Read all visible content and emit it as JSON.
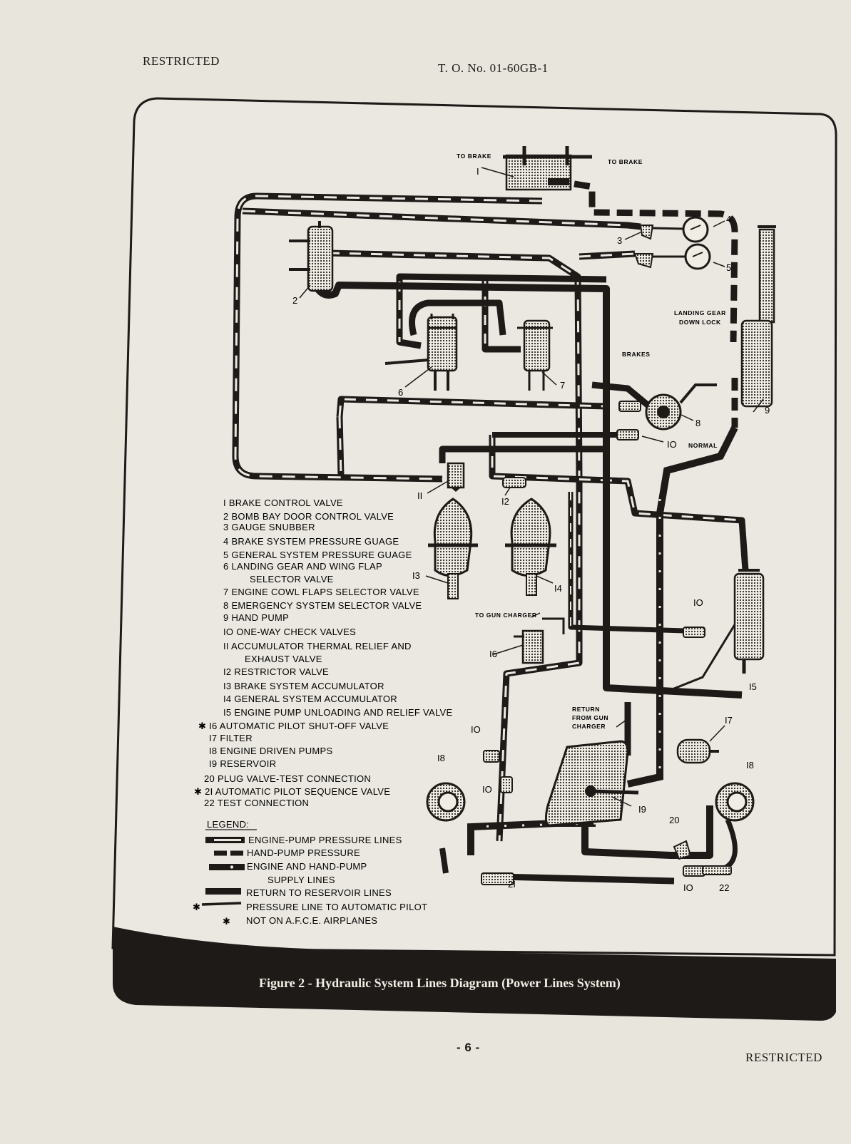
{
  "header": {
    "left": "RESTRICTED",
    "center": "T. O. No. 01-60GB-1"
  },
  "footer": {
    "page": "- 6 -",
    "right": "RESTRICTED"
  },
  "figure": {
    "caption": "Figure 2 - Hydraulic System Lines Diagram (Power Lines System)",
    "parts_list": [
      "I BRAKE CONTROL VALVE",
      "2 BOMB BAY DOOR CONTROL VALVE",
      "3 GAUGE SNUBBER",
      "4 BRAKE SYSTEM PRESSURE GUAGE",
      "5 GENERAL SYSTEM PRESSURE GUAGE",
      "6 LANDING GEAR AND WING FLAP",
      "SELECTOR VALVE",
      "7 ENGINE COWL FLAPS SELECTOR VALVE",
      "8 EMERGENCY SYSTEM SELECTOR VALVE",
      "9 HAND PUMP",
      "IO ONE-WAY CHECK VALVES",
      "II ACCUMULATOR THERMAL RELIEF AND",
      "EXHAUST VALVE",
      "I2 RESTRICTOR VALVE",
      "I3 BRAKE SYSTEM ACCUMULATOR",
      "I4 GENERAL SYSTEM ACCUMULATOR",
      "I5 ENGINE PUMP UNLOADING AND RELIEF VALVE",
      "✱ I6 AUTOMATIC PILOT SHUT-OFF VALVE",
      "I7 FILTER",
      "I8 ENGINE DRIVEN PUMPS",
      "I9 RESERVOIR",
      "20 PLUG VALVE-TEST CONNECTION",
      "✱ 2I AUTOMATIC PILOT SEQUENCE VALVE",
      "22 TEST CONNECTION"
    ],
    "legend_title": "LEGEND:",
    "legend": [
      "ENGINE-PUMP PRESSURE LINES",
      "HAND-PUMP PRESSURE",
      "ENGINE AND HAND-PUMP",
      "SUPPLY LINES",
      "RETURN TO RESERVOIR LINES",
      "PRESSURE LINE TO AUTOMATIC PILOT",
      "NOT ON A.F.C.E. AIRPLANES"
    ],
    "legend_star": "✱",
    "labels": {
      "to_brake_left": "TO BRAKE",
      "to_brake_right": "TO BRAKE",
      "landing_gear": "LANDING GEAR",
      "down_lock": "DOWN LOCK",
      "brakes": "BRAKES",
      "normal": "NORMAL",
      "to_gun_charger": "TO GUN CHARGER",
      "return": "RETURN",
      "from_gun": "FROM GUN",
      "charger": "CHARGER"
    },
    "callouts": [
      "I",
      "2",
      "3",
      "4",
      "5",
      "6",
      "7",
      "8",
      "9",
      "IO",
      "II",
      "I2",
      "I3",
      "I4",
      "I5",
      "I6",
      "I7",
      "I8",
      "I9",
      "20",
      "2I",
      "22"
    ]
  }
}
